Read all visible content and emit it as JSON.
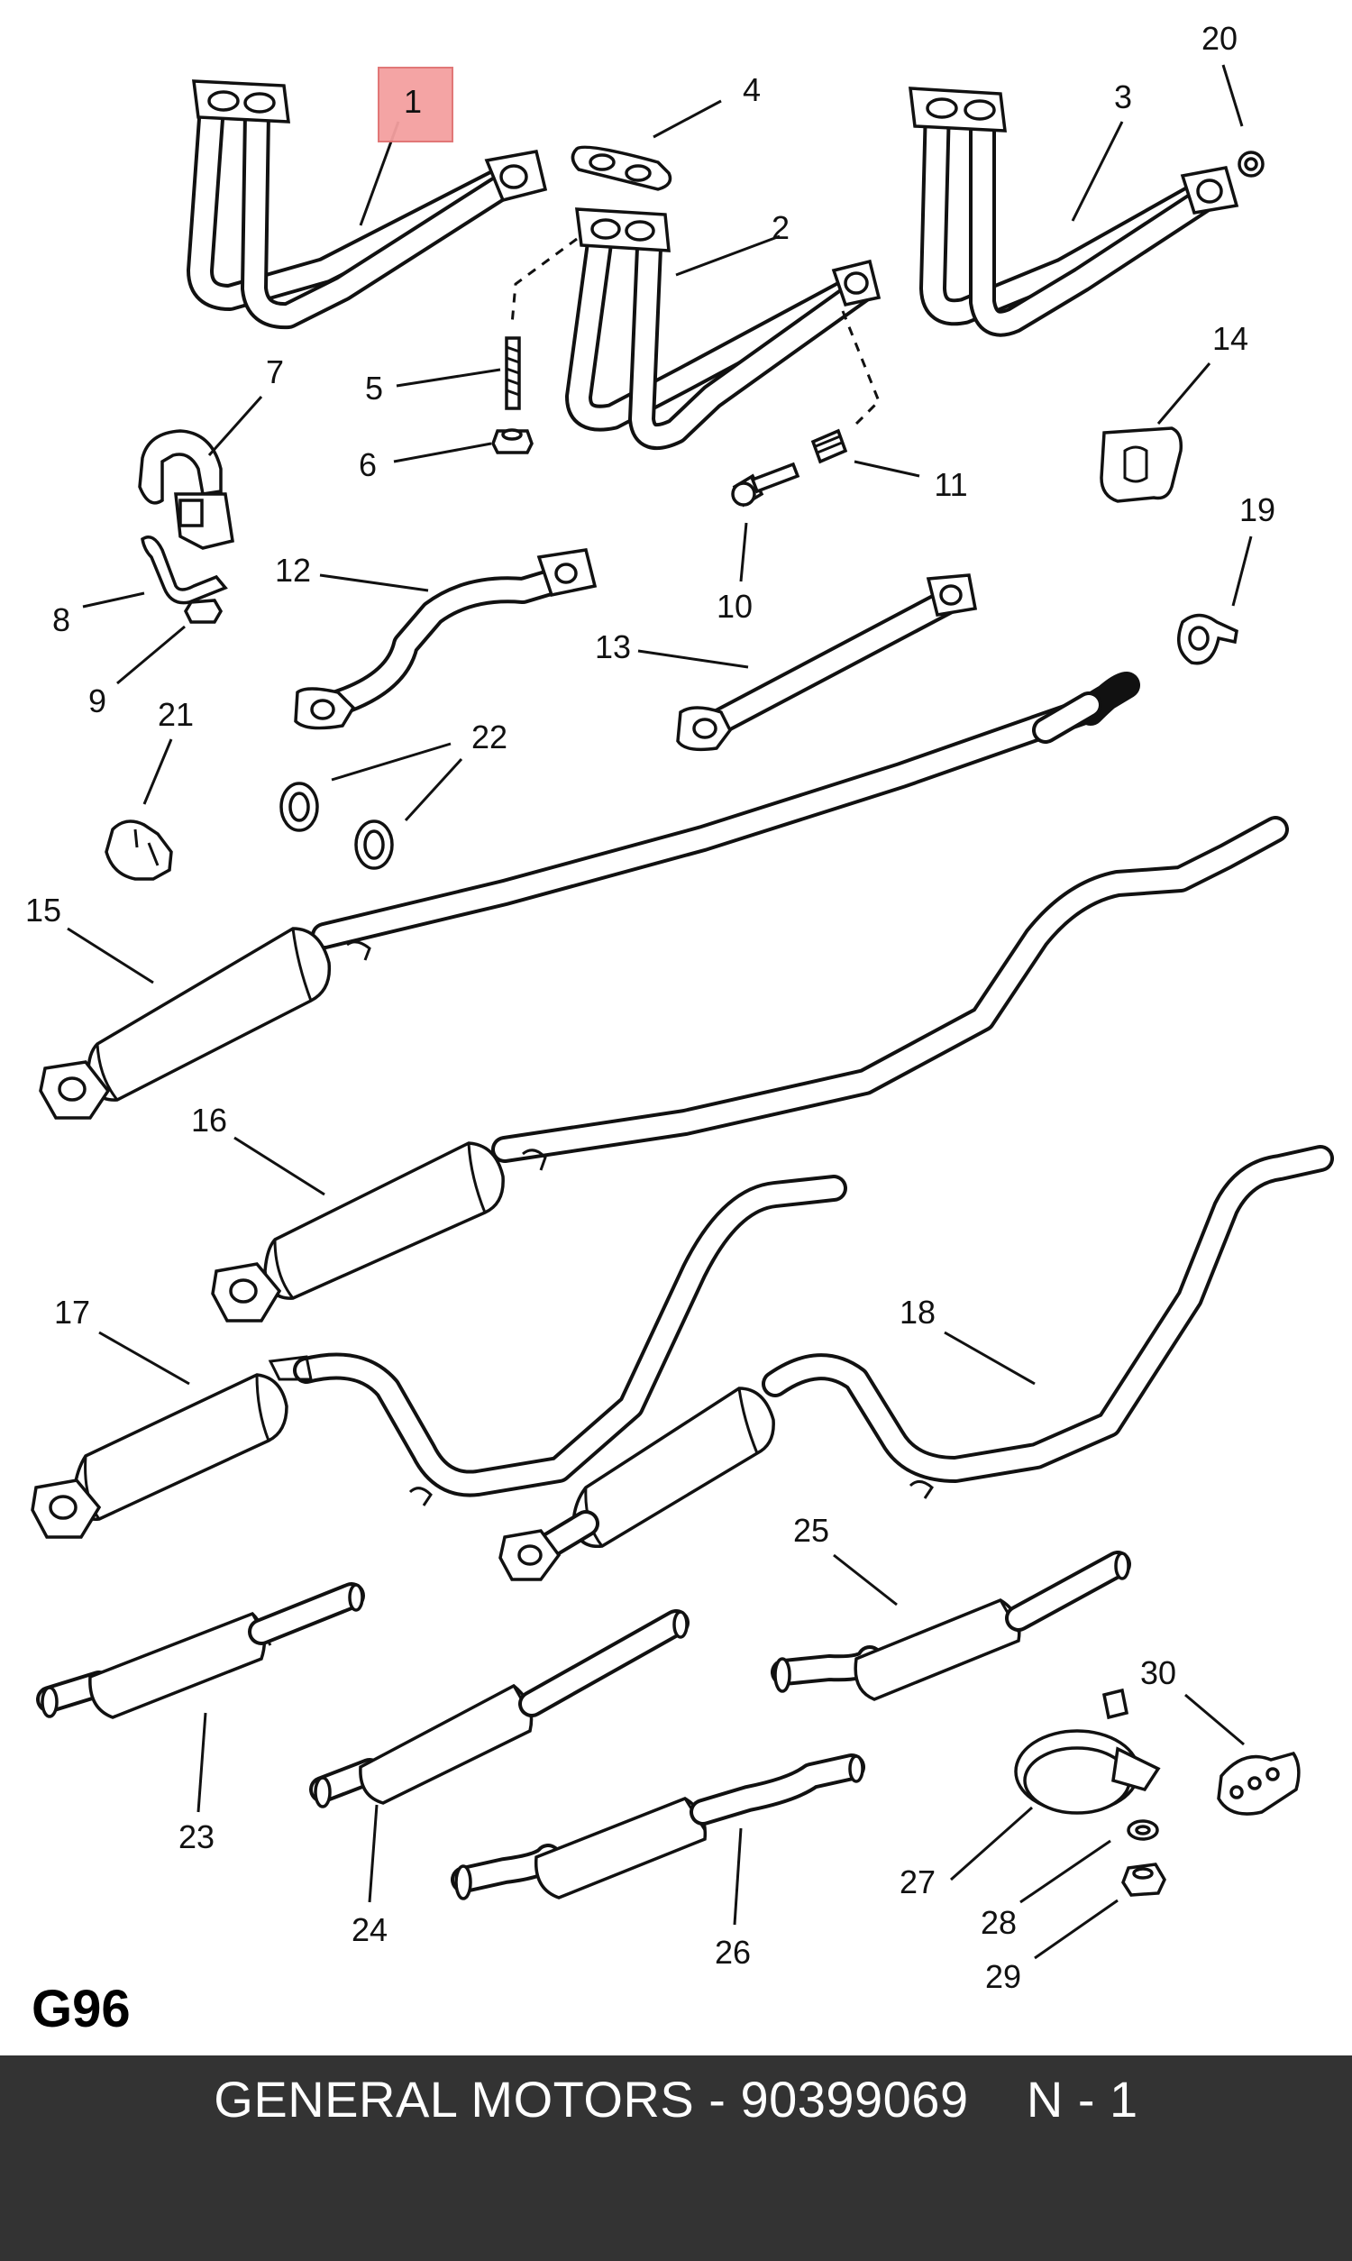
{
  "diagram": {
    "code": "G96",
    "highlight_color": "#f4a0a0",
    "highlighted_part": "1",
    "parts": [
      {
        "id": "p1",
        "label": "1"
      },
      {
        "id": "p2",
        "label": "2"
      },
      {
        "id": "p3",
        "label": "3"
      },
      {
        "id": "p4",
        "label": "4"
      },
      {
        "id": "p5",
        "label": "5"
      },
      {
        "id": "p6",
        "label": "6"
      },
      {
        "id": "p7",
        "label": "7"
      },
      {
        "id": "p8",
        "label": "8"
      },
      {
        "id": "p9",
        "label": "9"
      },
      {
        "id": "p10",
        "label": "10"
      },
      {
        "id": "p11",
        "label": "11"
      },
      {
        "id": "p12",
        "label": "12"
      },
      {
        "id": "p13",
        "label": "13"
      },
      {
        "id": "p14",
        "label": "14"
      },
      {
        "id": "p15",
        "label": "15"
      },
      {
        "id": "p16",
        "label": "16"
      },
      {
        "id": "p17",
        "label": "17"
      },
      {
        "id": "p18",
        "label": "18"
      },
      {
        "id": "p19",
        "label": "19"
      },
      {
        "id": "p20",
        "label": "20"
      },
      {
        "id": "p21",
        "label": "21"
      },
      {
        "id": "p22",
        "label": "22"
      },
      {
        "id": "p23",
        "label": "23"
      },
      {
        "id": "p24",
        "label": "24"
      },
      {
        "id": "p25",
        "label": "25"
      },
      {
        "id": "p26",
        "label": "26"
      },
      {
        "id": "p27",
        "label": "27"
      },
      {
        "id": "p28",
        "label": "28"
      },
      {
        "id": "p29",
        "label": "29"
      },
      {
        "id": "p30",
        "label": "30"
      }
    ]
  },
  "footer": {
    "text": "GENERAL MOTORS - 90399069    N - 1",
    "background": "#333333"
  }
}
